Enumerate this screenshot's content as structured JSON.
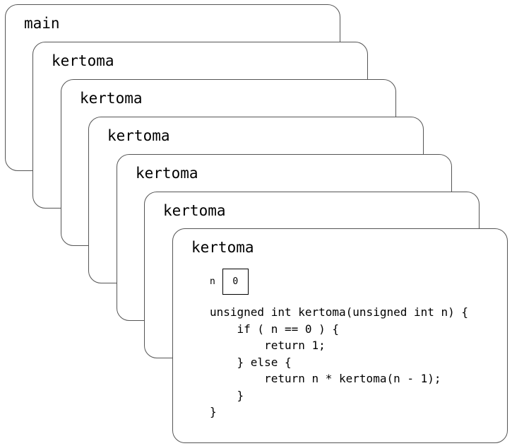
{
  "frames": [
    {
      "title": "main"
    },
    {
      "title": "kertoma"
    },
    {
      "title": "kertoma"
    },
    {
      "title": "kertoma"
    },
    {
      "title": "kertoma"
    },
    {
      "title": "kertoma"
    },
    {
      "title": "kertoma"
    }
  ],
  "active_frame": {
    "variable": {
      "name": "n",
      "value": "0"
    },
    "code_lines": [
      "unsigned int kertoma(unsigned int n) {",
      "    if ( n == 0 ) {",
      "        return 1;",
      "    } else {",
      "        return n * kertoma(n - 1);",
      "    }",
      "}"
    ]
  }
}
